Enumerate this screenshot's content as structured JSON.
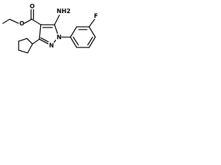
{
  "structure": {
    "labels": {
      "carbonyl_oxygen": "O",
      "ester_oxygen": "O",
      "amine": "NH2",
      "ring_nitrogen_1": "N",
      "ring_nitrogen_2": "N",
      "fluorine": "F"
    },
    "colors": {
      "bond": "#000000",
      "text": "#000000",
      "background": "#ffffff"
    }
  }
}
